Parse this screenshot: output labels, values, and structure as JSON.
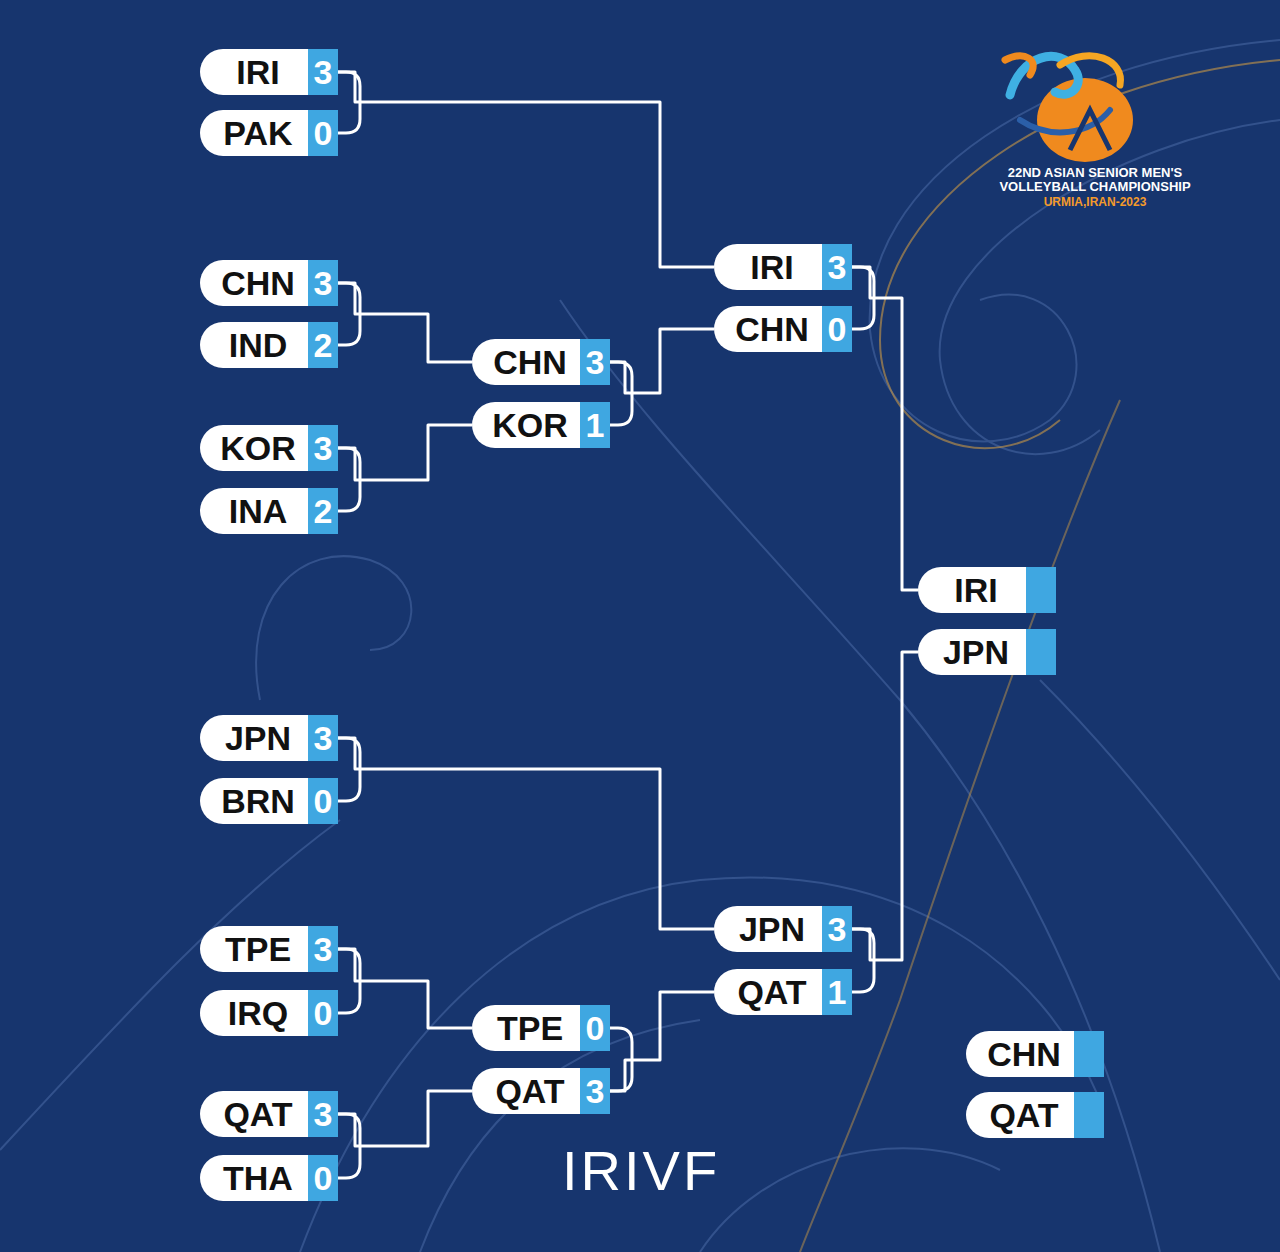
{
  "diagram": {
    "nodes": [
      {
        "text": [
          "IRI",
          "3"
        ]
      },
      {
        "text": [
          "PAK",
          "0"
        ]
      },
      {
        "text": [
          "CHN",
          "3"
        ]
      },
      {
        "text": [
          "IND",
          "2"
        ]
      },
      {
        "text": [
          "KOR",
          "3"
        ]
      },
      {
        "text": [
          "INA",
          "2"
        ]
      },
      {
        "text": [
          "JPN",
          "3"
        ]
      },
      {
        "text": [
          "BRN",
          "0"
        ]
      },
      {
        "text": [
          "TPE",
          "3"
        ]
      },
      {
        "text": [
          "IRQ",
          "0"
        ]
      },
      {
        "text": [
          "QAT",
          "3"
        ]
      },
      {
        "text": [
          "THA",
          "0"
        ]
      },
      {
        "text": [
          "CHN",
          "3"
        ]
      },
      {
        "text": [
          "KOR",
          "1"
        ]
      },
      {
        "text": [
          "TPE",
          "0"
        ]
      },
      {
        "text": [
          "QAT",
          "3"
        ]
      },
      {
        "text": [
          "IRI",
          "3"
        ]
      },
      {
        "text": [
          "CHN",
          "0"
        ]
      },
      {
        "text": [
          "JPN",
          "3"
        ]
      },
      {
        "text": [
          "QAT",
          "1"
        ]
      },
      {
        "text": [
          "IRI"
        ]
      },
      {
        "text": [
          "JPN"
        ]
      },
      {
        "text": [
          "CHN"
        ]
      },
      {
        "text": [
          "QAT"
        ]
      }
    ],
    "edges": [
      {
        "from": 0,
        "to": 16,
        "arrow": "none"
      },
      {
        "from": 2,
        "to": 12,
        "arrow": "none"
      },
      {
        "from": 4,
        "to": 13,
        "arrow": "none"
      },
      {
        "from": 12,
        "to": 17,
        "arrow": "none"
      },
      {
        "from": 6,
        "to": 18,
        "arrow": "none"
      },
      {
        "from": 8,
        "to": 14,
        "arrow": "none"
      },
      {
        "from": 10,
        "to": 15,
        "arrow": "none"
      },
      {
        "from": 15,
        "to": 19,
        "arrow": "none"
      },
      {
        "from": 16,
        "to": 20,
        "arrow": "none"
      },
      {
        "from": 18,
        "to": 21,
        "arrow": "none"
      }
    ],
    "labels": [
      "22ND ASIAN SENIOR MEN'S VOLLEYBALL CHAMPIONSHIP",
      "URMIA,IRAN-2023",
      "IRIVF"
    ]
  }
}
